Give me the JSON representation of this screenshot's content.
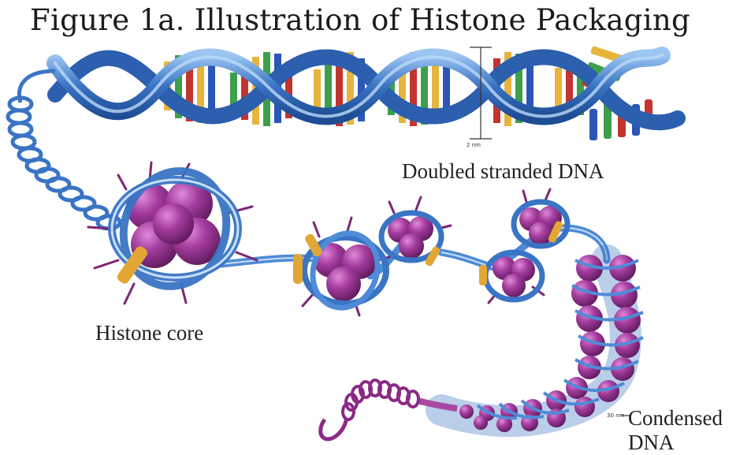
{
  "figure": {
    "title": "Figure 1a. Illustration of Histone Packaging"
  },
  "labels": {
    "double_stranded_dna": "Doubled stranded DNA",
    "histone_core": "Histone core",
    "condensed_line1": "Condensed",
    "condensed_line2": "DNA",
    "width_2nm": "2 nm",
    "width_30nm": "30 nm"
  },
  "colors": {
    "dna_backbone": "#3a74c4",
    "dna_backbone_light": "#7fb0e8",
    "histone": "#8a2a86",
    "histone_highlight": "#c65cc0",
    "linker_protein": "#e3a634",
    "base_green": "#3ca04a",
    "base_red": "#c3342f",
    "base_yellow": "#e7b43c",
    "base_blue": "#2b56b7"
  }
}
